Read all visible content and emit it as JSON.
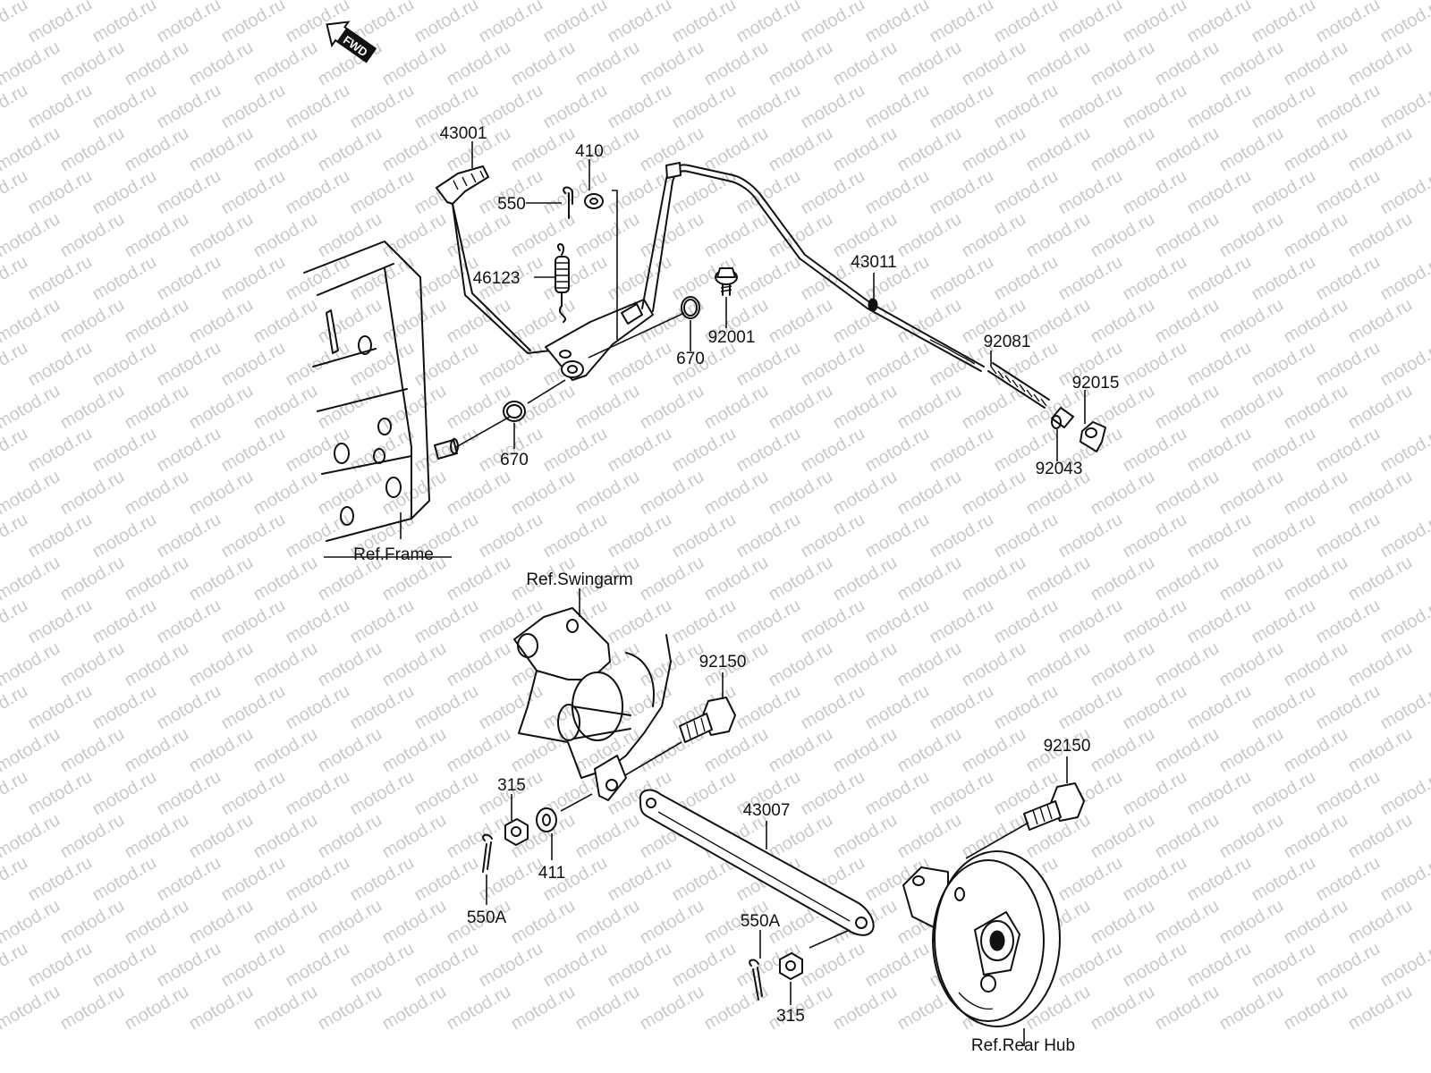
{
  "watermark": {
    "text": "motod.ru"
  },
  "direction_marker": {
    "text": "FWD"
  },
  "part_labels": {
    "p43001": "43001",
    "p410": "410",
    "p550": "550",
    "p46123": "46123",
    "p92001": "92001",
    "p670_upper": "670",
    "p670_lower": "670",
    "p43011": "43011",
    "p92081": "92081",
    "p92015": "92015",
    "p92043": "92043",
    "p92150_left": "92150",
    "p92150_right": "92150",
    "p315_left": "315",
    "p411": "411",
    "p550A_left": "550A",
    "p43007": "43007",
    "p550A_right": "550A",
    "p315_right": "315"
  },
  "reference_labels": {
    "frame": "Ref.Frame",
    "swingarm": "Ref.Swingarm",
    "rear_hub": "Ref.Rear Hub"
  }
}
